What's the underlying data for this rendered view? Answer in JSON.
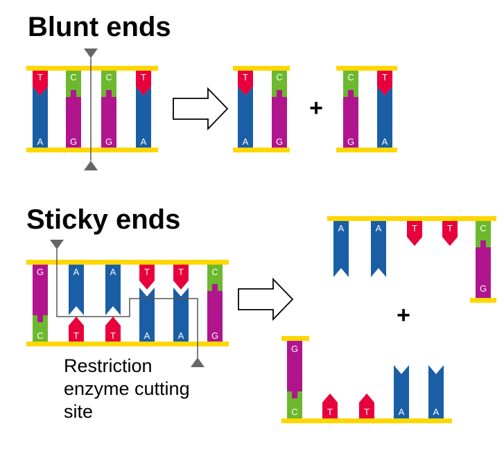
{
  "colors": {
    "backbone": "#ffd700",
    "T": "#e8003c",
    "A": "#1a5fa6",
    "C": "#6cb82e",
    "G": "#b0158e",
    "cut_marker": "#666666",
    "cut_line": "#555555"
  },
  "blunt": {
    "title": "Blunt ends",
    "top_bases": [
      "T",
      "C",
      "C",
      "T"
    ],
    "bottom_bases": [
      "A",
      "G",
      "G",
      "A"
    ],
    "left_fragment": {
      "top": [
        "T",
        "C"
      ],
      "bottom": [
        "A",
        "G"
      ]
    },
    "right_fragment": {
      "top": [
        "C",
        "T"
      ],
      "bottom": [
        "G",
        "A"
      ]
    },
    "plus": "+"
  },
  "sticky": {
    "title": "Sticky ends",
    "top_bases": [
      "G",
      "A",
      "A",
      "T",
      "T",
      "C"
    ],
    "bottom_bases": [
      "C",
      "T",
      "T",
      "A",
      "A",
      "G"
    ],
    "top_fragment": {
      "bases": [
        "A",
        "A",
        "T",
        "T",
        "C"
      ],
      "end_letter": "G"
    },
    "bottom_fragment": {
      "start_letter": "G",
      "bases": [
        "C",
        "T",
        "T",
        "A",
        "A"
      ]
    },
    "plus": "+",
    "caption": [
      "Restriction",
      "enzyme cutting",
      "site"
    ]
  }
}
